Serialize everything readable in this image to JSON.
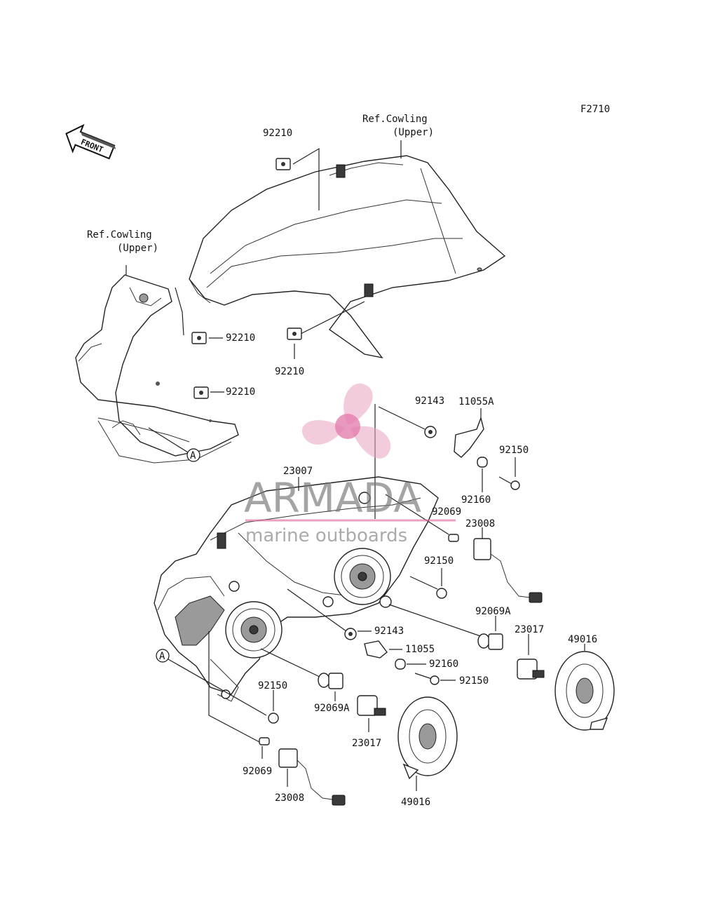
{
  "figure_code": "F2710",
  "front_label": "FRONT",
  "ref_labels": {
    "top_line1": "Ref.Cowling",
    "top_line2": "(Upper)",
    "left_line1": "Ref.Cowling",
    "left_line2": "(Upper)"
  },
  "callout_A": "A",
  "parts": {
    "p92210_top": "92210",
    "p92210_mid": "92210",
    "p92210_low": "92210",
    "p92210_bottom": "92210",
    "p92143_top": "92143",
    "p11055A": "11055A",
    "p92150_top": "92150",
    "p92160_top": "92160",
    "p23007": "23007",
    "p92069_top": "92069",
    "p23008_top": "23008",
    "p92150_mid": "92150",
    "p92069A_right": "92069A",
    "p23017_right": "23017",
    "p49016_right": "49016",
    "p92143_mid": "92143",
    "p11055": "11055",
    "p92160_mid": "92160",
    "p92150_right": "92150",
    "p92150_left": "92150",
    "p92069A_mid": "92069A",
    "p23017_mid": "23017",
    "p92069_bottom": "92069",
    "p23008_bottom": "23008",
    "p49016_bottom": "49016"
  },
  "watermark": {
    "brand": "ARMADA",
    "tagline": "marine outboards",
    "logo_color": "#e8a0bf"
  }
}
